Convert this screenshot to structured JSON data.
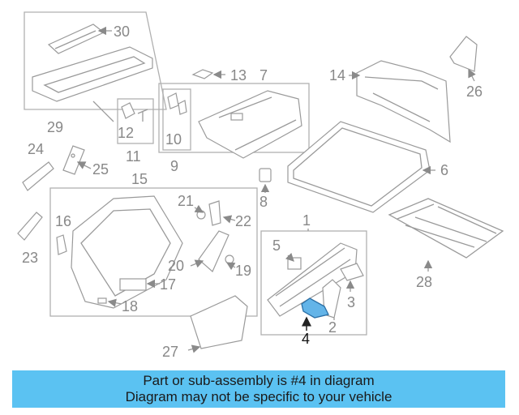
{
  "callouts": {
    "c1": "1",
    "c2": "2",
    "c3": "3",
    "c4": "4",
    "c5": "5",
    "c6": "6",
    "c7": "7",
    "c8": "8",
    "c9": "9",
    "c10": "10",
    "c11": "11",
    "c12": "12",
    "c13": "13",
    "c14": "14",
    "c15": "15",
    "c16": "16",
    "c17": "17",
    "c18": "18",
    "c19": "19",
    "c20": "20",
    "c21": "21",
    "c22": "22",
    "c23": "23",
    "c24": "24",
    "c25": "25",
    "c26": "26",
    "c27": "27",
    "c28": "28",
    "c29": "29",
    "c30": "30"
  },
  "highlight": {
    "part": "4",
    "color": "#63b4e8"
  },
  "caption": {
    "line1": "Part or sub-assembly is #4 in diagram",
    "line2": "Diagram may not be specific to your vehicle",
    "background": "#5bc2f2"
  }
}
